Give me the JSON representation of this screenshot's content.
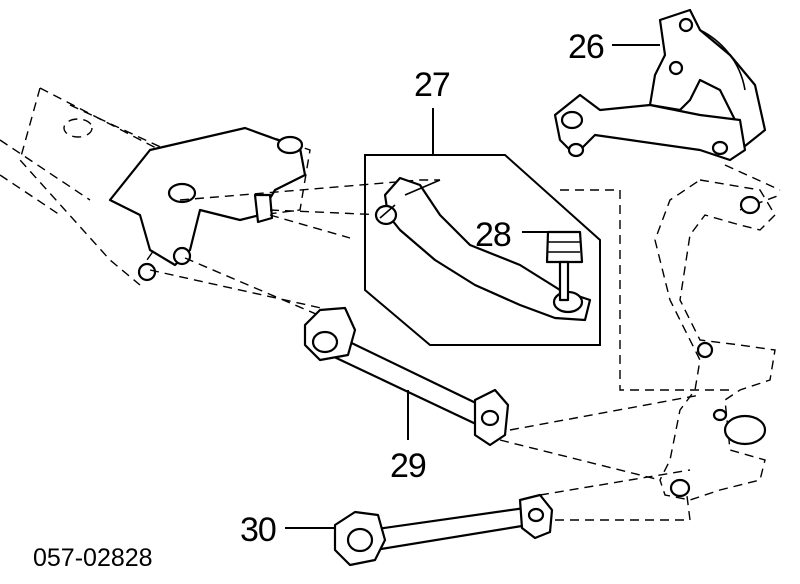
{
  "diagram": {
    "reference_code": "057-02828",
    "callouts": [
      {
        "id": "26",
        "label": "26"
      },
      {
        "id": "27",
        "label": "27"
      },
      {
        "id": "28",
        "label": "28"
      },
      {
        "id": "29",
        "label": "29"
      },
      {
        "id": "30",
        "label": "30"
      }
    ]
  }
}
